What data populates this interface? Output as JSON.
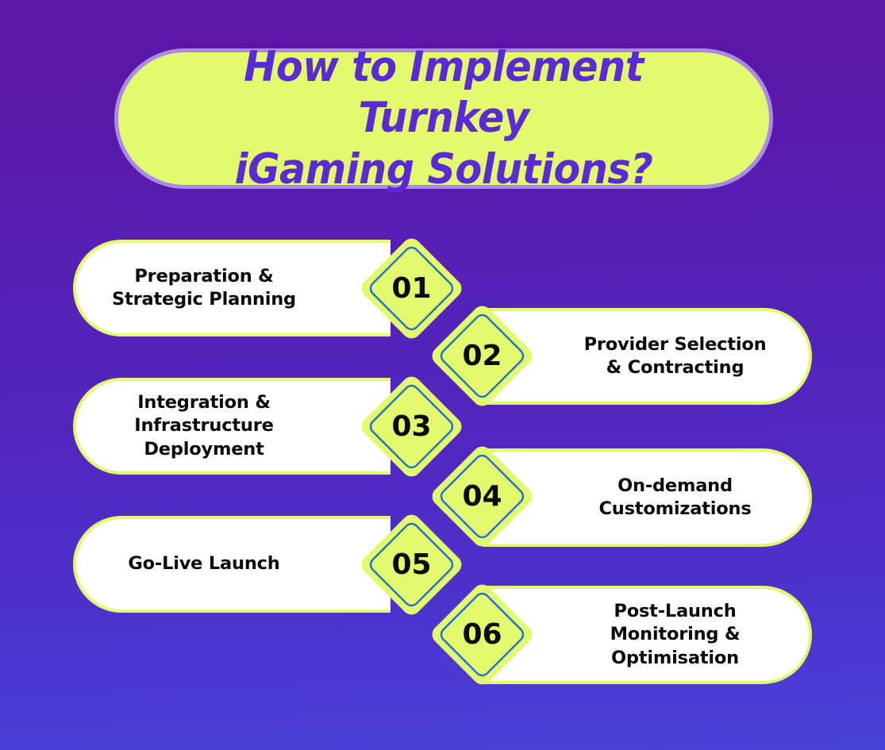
{
  "theme": {
    "background_top": "#5A16A6",
    "background_bottom": "#4A42D6",
    "accent_lime": "#E3FA6E",
    "accent_purple": "#5A2BD4",
    "pill_border": "#A98BE6",
    "diamond_inner_stroke": "#1E6FD0",
    "card_bg": "#FFFFFF",
    "text_dark": "#0B0B0B"
  },
  "header": {
    "title": "How to Implement Turnkey\niGaming Solutions?"
  },
  "steps": [
    {
      "number": "01",
      "label": "Preparation &\nStrategic Planning",
      "side": "left"
    },
    {
      "number": "02",
      "label": "Provider Selection\n& Contracting",
      "side": "right"
    },
    {
      "number": "03",
      "label": "Integration &\nInfrastructure\nDeployment",
      "side": "left"
    },
    {
      "number": "04",
      "label": "On-demand\nCustomizations",
      "side": "right"
    },
    {
      "number": "05",
      "label": "Go-Live Launch",
      "side": "left"
    },
    {
      "number": "06",
      "label": "Post-Launch\nMonitoring &\nOptimisation",
      "side": "right"
    }
  ]
}
